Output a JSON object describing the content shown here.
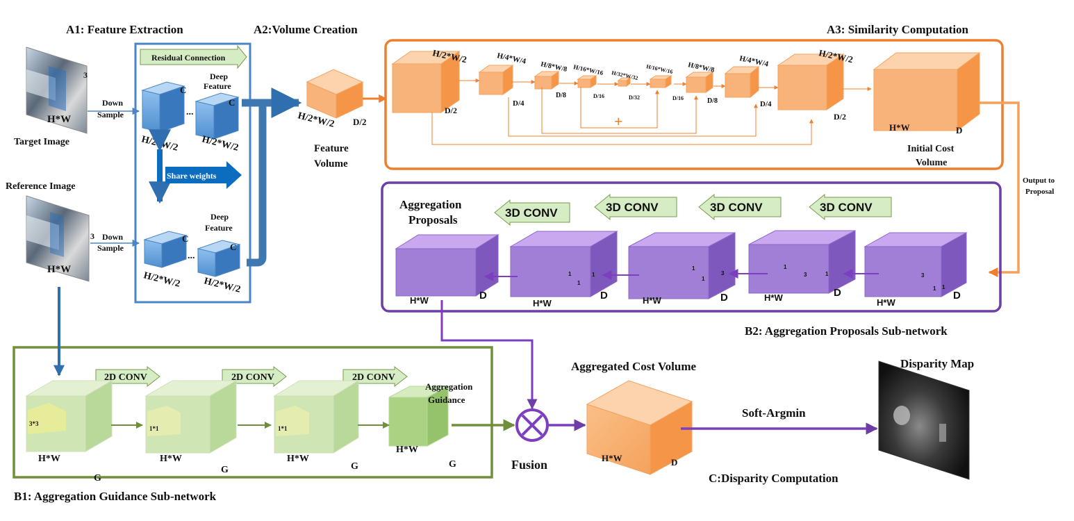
{
  "sections": {
    "a1": "A1: Feature Extraction",
    "a2": "A2:Volume Creation",
    "a3": "A3: Similarity Computation",
    "b1": "B1: Aggregation Guidance Sub-network",
    "b2": "B2: Aggregation Proposals Sub-network",
    "c": "C:Disparity Computation"
  },
  "a1": {
    "target_image": "Target Image",
    "reference_image": "Reference Image",
    "hw": "H*W",
    "three": "3",
    "down": "Down",
    "sample": "Sample",
    "residual": "Residual Connection",
    "deep": "Deep",
    "feature": "Feature",
    "c": "C",
    "dots": "...",
    "h2w2": "H/2*W/2",
    "share": "Share weights"
  },
  "a2": {
    "h2w2": "H/2*W/2",
    "d2": "D/2",
    "feature": "Feature",
    "volume": "Volume"
  },
  "a3": {
    "l1": "H/2*W/2",
    "d1": "D/2",
    "l2": "H/4*W/4",
    "d2": "D/4",
    "l3": "H/8*W/8",
    "d3": "D/8",
    "l4": "H/16*W/16",
    "d4": "D/16",
    "l5": "H/32*W/32",
    "d5": "D/32",
    "l6": "H/16*W/16",
    "d6": "D/16",
    "l7": "H/8*W/8",
    "d7": "D/8",
    "l8": "H/4*W/4",
    "d8": "D/4",
    "l9": "H/2*W/2",
    "d9": "D/2",
    "plus": "+",
    "hw": "H*W",
    "d": "D",
    "initial": "Initial Cost",
    "volume": "Volume",
    "output_to": "Output to",
    "proposal": "Proposal"
  },
  "b2": {
    "conv": "3D CONV",
    "agg": "Aggregation",
    "proposals": "Proposals",
    "hw": "H*W",
    "d": "D",
    "one": "1",
    "three": "3"
  },
  "b1": {
    "conv": "2D CONV",
    "agg": "Aggregation",
    "guidance": "Guidance",
    "hw": "H*W",
    "g": "G",
    "k1": "3*3",
    "k2": "1*1"
  },
  "fusion": {
    "label": "Fusion",
    "aggregated": "Aggregated Cost Volume",
    "hw": "H*W",
    "d": "D",
    "soft_argmin": "Soft-Argmin",
    "disparity_map": "Disparity Map"
  },
  "colors": {
    "orange": "#f5a15a",
    "orange_border": "#ee7f2d",
    "purple": "#a27fd6",
    "purple_border": "#6d3da8",
    "green": "#cfe6b4",
    "green_border": "#6f8f3a",
    "blue": "#2f6fb0"
  }
}
